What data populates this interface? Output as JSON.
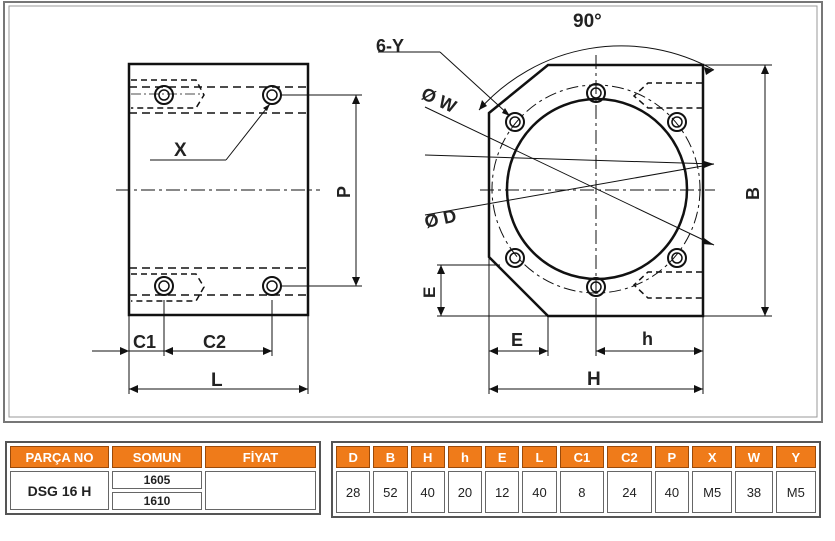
{
  "drawing": {
    "labels": {
      "x": "X",
      "p": "P",
      "c1": "C1",
      "c2": "C2",
      "l": "L",
      "angle": "90°",
      "y": "6-Y",
      "w": "Ø W",
      "d": "Ø D",
      "b": "B",
      "e_vertical": "E",
      "e_horizontal": "E",
      "h_small": "h",
      "h_large": "H"
    }
  },
  "parts_table": {
    "headers": [
      "PARÇA NO",
      "SOMUN",
      "FİYAT"
    ],
    "part_no": "DSG 16 H",
    "nuts": [
      "1605",
      "1610"
    ],
    "price": ""
  },
  "dims_table": {
    "headers": [
      "D",
      "B",
      "H",
      "h",
      "E",
      "L",
      "C1",
      "C2",
      "P",
      "X",
      "W",
      "Y"
    ],
    "values": [
      "28",
      "52",
      "40",
      "20",
      "12",
      "40",
      "8",
      "24",
      "40",
      "M5",
      "38",
      "M5"
    ]
  }
}
